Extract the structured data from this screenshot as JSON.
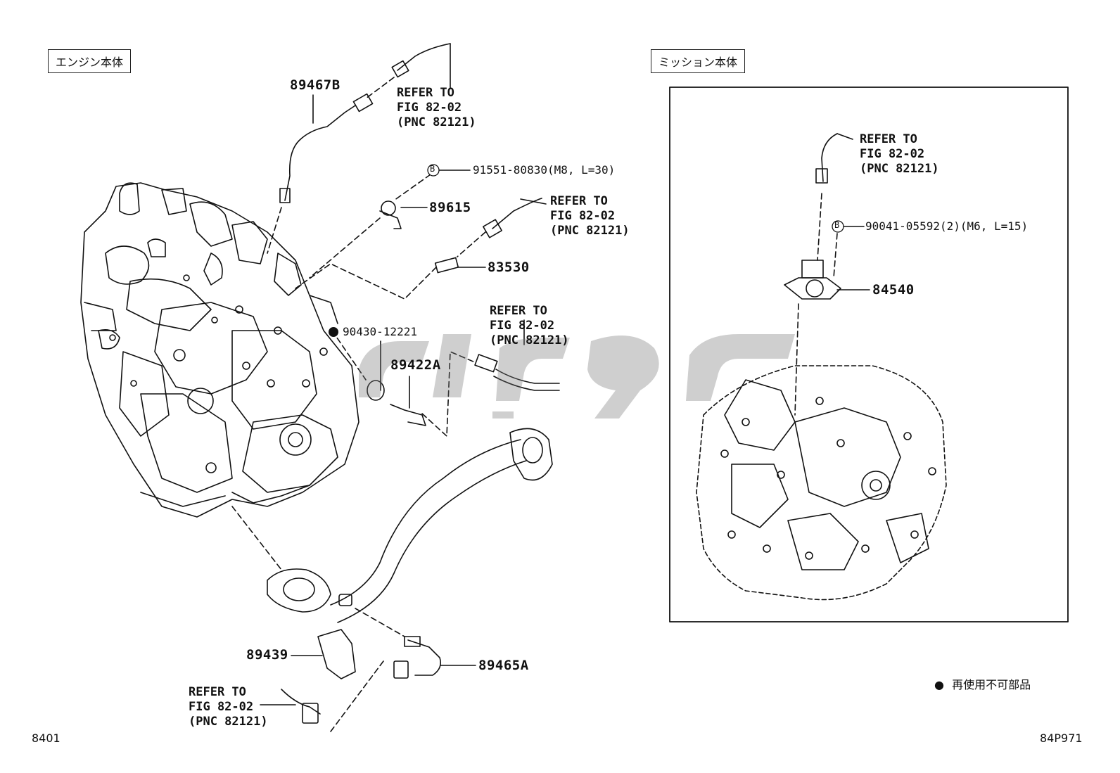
{
  "section_labels": {
    "engine": "エンジン本体",
    "transmission": "ミッション本体"
  },
  "parts": {
    "p89467B": "89467B",
    "p89615": "89615",
    "p83530": "83530",
    "p89422A": "89422A",
    "p84540": "84540",
    "p89439": "89439",
    "p89465A": "89465A",
    "b91551": "91551-80830(M8, L=30)",
    "b90041": "90041-05592(2)(M6, L=15)",
    "g90430": "90430-12221"
  },
  "bolt_marker": "B",
  "refs": [
    {
      "line1": "REFER TO",
      "line2": "FIG 82-02",
      "line3": "(PNC 82121)"
    },
    {
      "line1": "REFER TO",
      "line2": "FIG 82-02",
      "line3": "(PNC 82121)"
    },
    {
      "line1": "REFER TO",
      "line2": "FIG 82-02",
      "line3": "(PNC 82121)"
    },
    {
      "line1": "REFER TO",
      "line2": "FIG 82-02",
      "line3": "(PNC 82121)"
    },
    {
      "line1": "REFER TO",
      "line2": "FIG 82-02",
      "line3": "(PNC 82121)"
    }
  ],
  "legend": {
    "symbol": "●",
    "text": "再使用不可部品"
  },
  "footer": {
    "left_code": "8401",
    "right_code": "84P971"
  }
}
